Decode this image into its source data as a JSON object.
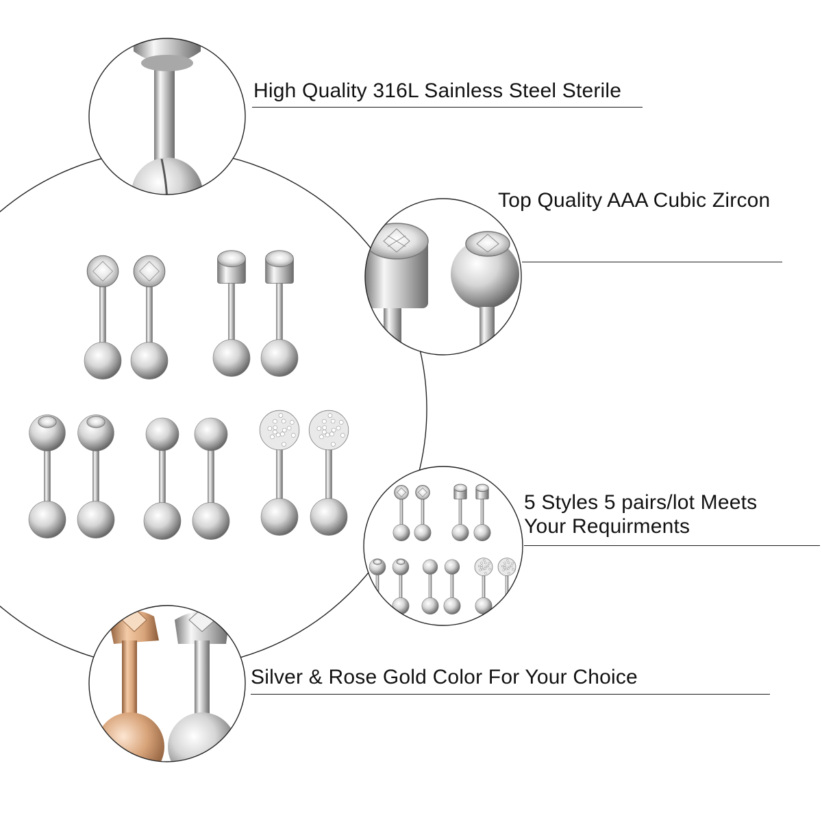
{
  "features": [
    {
      "text": "High Quality 316L Sainless Steel Sterile"
    },
    {
      "text": "Top Quality AAA Cubic Zircon"
    },
    {
      "lines": [
        "5 Styles 5 pairs/lot Meets",
        "Your Requirments"
      ]
    },
    {
      "text": "Silver & Rose Gold Color For Your Choice"
    }
  ],
  "colors": {
    "silver_light": "#f4f4f4",
    "silver_mid": "#bdbdbd",
    "silver_dark": "#6e6e6e",
    "rose_gold": "#d8a47a",
    "rose_gold_dark": "#9a6a45",
    "outline": "#222222",
    "background": "#ffffff"
  },
  "styles": [
    "prong-set-cz",
    "bezel-set-cz",
    "ball-top-cz",
    "plain-ball",
    "pave-ball"
  ],
  "images": [
    "barbell-detail-closeup",
    "cz-bezel-closeup",
    "five-styles-overview",
    "silver-rose-gold-closeup"
  ]
}
